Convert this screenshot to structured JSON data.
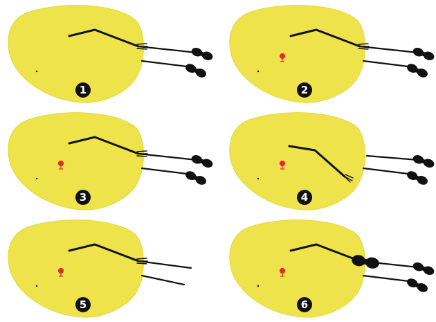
{
  "colors": {
    "organ": "#EEE34A",
    "organ_edge": "#E2D83B",
    "instrument": "#111111",
    "target": "#E22B2B",
    "badge": "#111111",
    "badge_text": "#FFFFFF"
  },
  "panels": [
    {
      "number": "1",
      "target_visible": false,
      "bent_instrument": false,
      "handles": "two",
      "upper_tool_state": "closed"
    },
    {
      "number": "2",
      "target_visible": true,
      "bent_instrument": false,
      "handles": "two",
      "upper_tool_state": "closed"
    },
    {
      "number": "3",
      "target_visible": true,
      "bent_instrument": false,
      "handles": "two",
      "upper_tool_state": "closed"
    },
    {
      "number": "4",
      "target_visible": true,
      "bent_instrument": true,
      "handles": "two",
      "upper_tool_state": "angled-down"
    },
    {
      "number": "5",
      "target_visible": true,
      "bent_instrument": false,
      "handles": "none",
      "upper_tool_state": "closed"
    },
    {
      "number": "6",
      "target_visible": true,
      "bent_instrument": false,
      "handles": "upper-advanced",
      "upper_tool_state": "closed"
    }
  ]
}
